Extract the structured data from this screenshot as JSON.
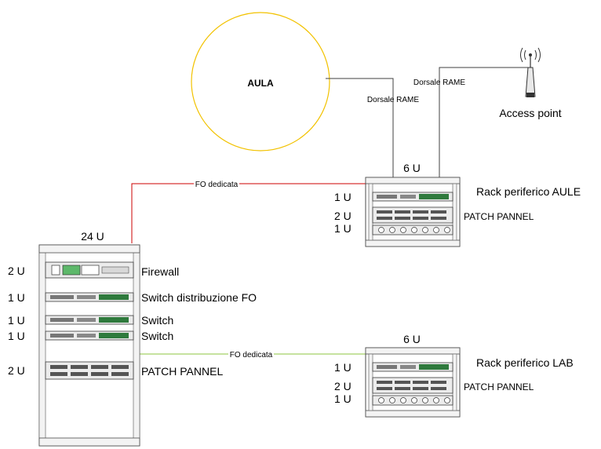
{
  "aula": {
    "label": "AULA"
  },
  "access_point": {
    "label": "Access point"
  },
  "links": {
    "aula_copper": "Dorsale RAME",
    "ap_copper": "Dorsale RAME",
    "fo_aule": "FO dedicata",
    "fo_lab": "FO dedicata",
    "colors": {
      "copper": "#404040",
      "fo_aule": "#cc0000",
      "fo_lab": "#8cc63f",
      "aula_circle": "#f2c200"
    }
  },
  "main_rack": {
    "units": "24 U",
    "devices": [
      {
        "units": "2 U",
        "label": "Firewall"
      },
      {
        "units": "1 U",
        "label": "Switch distribuzione FO"
      },
      {
        "units": "1 U",
        "label": "Switch"
      },
      {
        "units": "1 U",
        "label": "Switch"
      },
      {
        "units": "2 U",
        "label": "PATCH PANNEL"
      }
    ]
  },
  "rack_aule": {
    "title": "Rack periferico AULE",
    "units": "6 U",
    "devices": [
      {
        "units": "1 U",
        "label": ""
      },
      {
        "units": "2 U",
        "label": "PATCH PANNEL"
      },
      {
        "units": "1 U",
        "label": ""
      }
    ]
  },
  "rack_lab": {
    "title": "Rack periferico LAB",
    "units": "6 U",
    "devices": [
      {
        "units": "1 U",
        "label": ""
      },
      {
        "units": "2 U",
        "label": "PATCH PANNEL"
      },
      {
        "units": "1 U",
        "label": ""
      }
    ]
  }
}
